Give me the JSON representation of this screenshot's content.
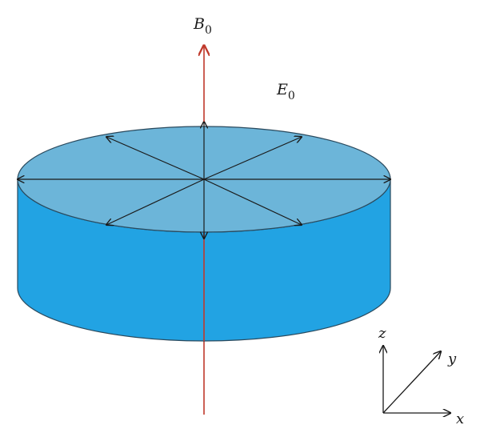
{
  "labels": {
    "magnetic_field": {
      "symbol": "B",
      "subscript": "0"
    },
    "electric_field": {
      "symbol": "E",
      "subscript": "0"
    }
  },
  "axes": {
    "z": "z",
    "y": "y",
    "x": "x"
  },
  "colors": {
    "cylinder_top": "#6cb5d9",
    "cylinder_side": "#22a3e3",
    "outline": "#2a4a5e",
    "b_field_arrow": "#c0392b",
    "e_field_arrows": "#1a1a1a",
    "axis_lines": "#1a1a1a"
  }
}
